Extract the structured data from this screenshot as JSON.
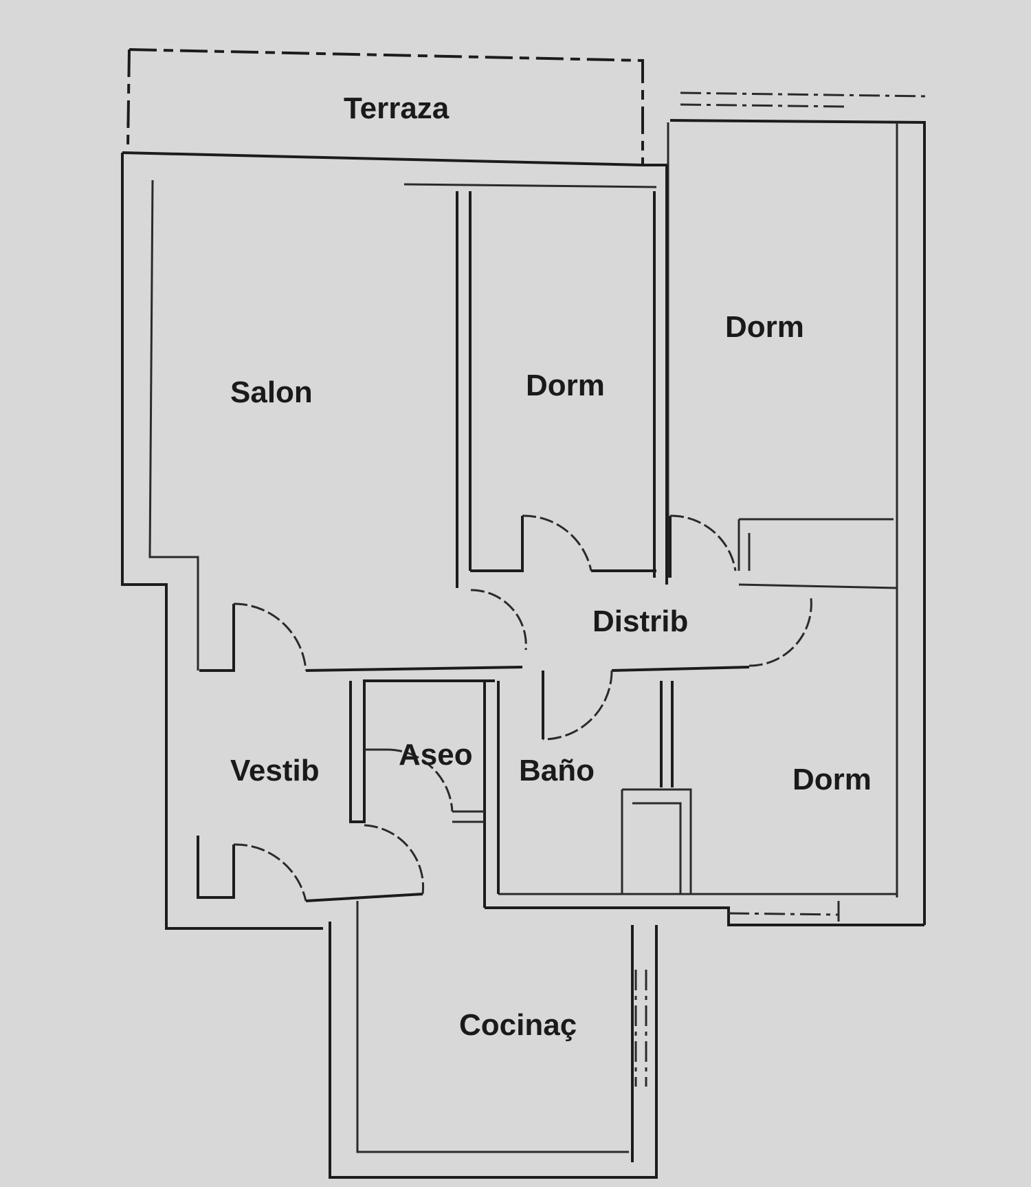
{
  "rooms": {
    "terraza": "Terraza",
    "salon": "Salon",
    "dorm_center": "Dorm",
    "dorm_right_top": "Dorm",
    "distrib": "Distrib",
    "vestib": "Vestib",
    "aseo": "Aseo",
    "bano": "Baño",
    "dorm_right_bottom": "Dorm",
    "cocina": "Cocinaç"
  },
  "colors": {
    "background": "#d8d8d8",
    "lines": "#1c1c1c",
    "text": "#1a1a1a"
  }
}
